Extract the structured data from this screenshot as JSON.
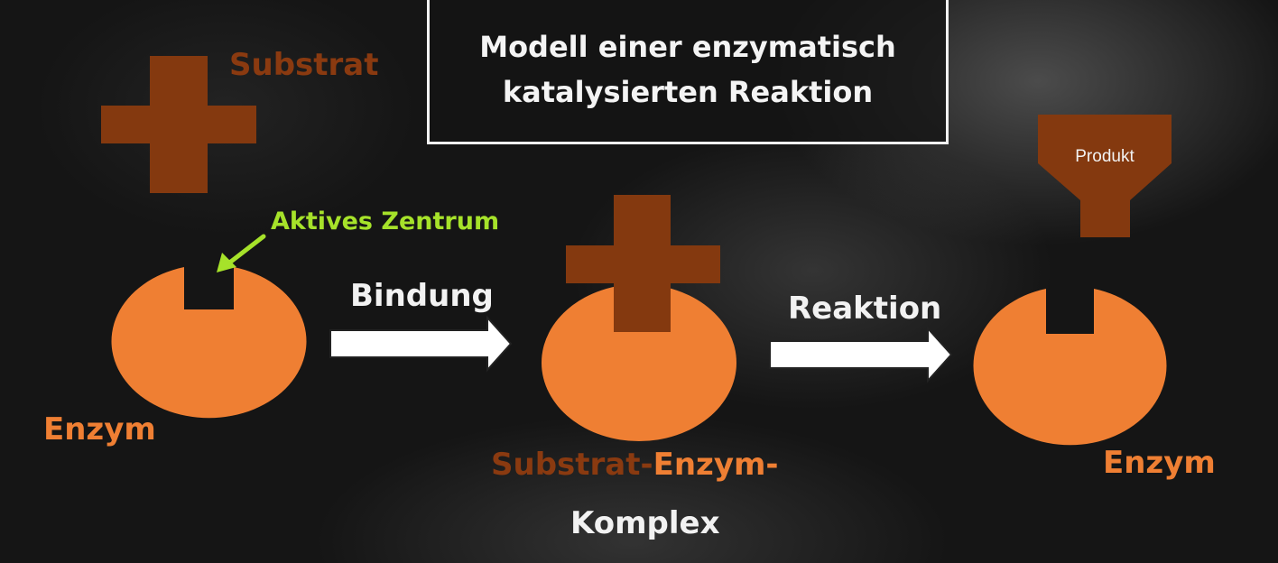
{
  "title": {
    "line1": "Modell einer enzymatisch",
    "line2": "katalysierten Reaktion"
  },
  "labels": {
    "substrat": "Substrat",
    "aktives_zentrum": "Aktives Zentrum",
    "enzym_left": "Enzym",
    "bindung": "Bindung",
    "komplex_part1": "Substrat-",
    "komplex_part2": "Enzym-",
    "komplex_part3": "Komplex",
    "reaktion": "Reaktion",
    "produkt": "Produkt",
    "enzym_right": "Enzym"
  },
  "colors": {
    "enzyme": "#ef7f33",
    "substrate": "#84390f",
    "active_site_label": "#a6e22a",
    "arrow_fill": "#ffffff"
  }
}
